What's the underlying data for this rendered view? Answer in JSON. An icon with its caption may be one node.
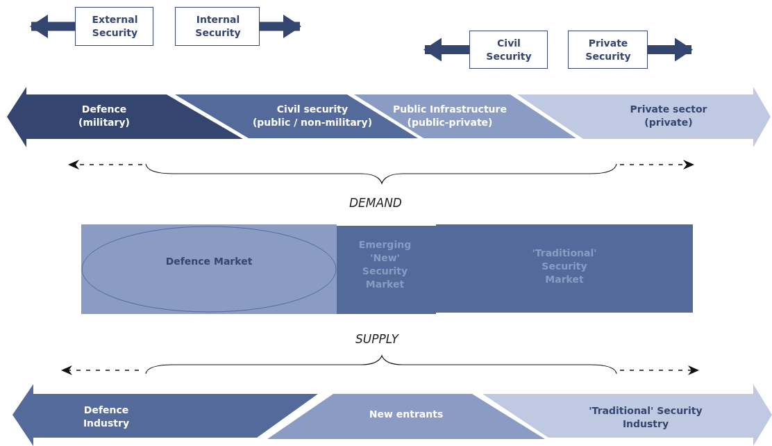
{
  "diagram": {
    "nodes": [
      {
        "text": [
          "External Security"
        ]
      },
      {
        "text": [
          "Internal Security"
        ]
      },
      {
        "text": [
          "Civil Security"
        ]
      },
      {
        "text": [
          "Private Security"
        ]
      },
      {
        "text": [
          "Defence",
          "(military)"
        ]
      },
      {
        "text": [
          "Civil security",
          "(public / non-military)"
        ]
      },
      {
        "text": [
          "Public Infrastructure",
          "(public-private)"
        ]
      },
      {
        "text": [
          "Private sector",
          "(private)"
        ]
      },
      {
        "text": [],
        "shape": "box"
      },
      {
        "text": [
          "Defence Market"
        ],
        "in": 8
      },
      {
        "text": [
          "Emerging 'New' Security Market"
        ]
      },
      {
        "text": [
          "'Traditional' Security Market"
        ]
      },
      {
        "text": [
          "Defence Industry"
        ]
      },
      {
        "text": [
          "New entrants"
        ]
      },
      {
        "text": [
          "'Traditional' Security Industry"
        ]
      }
    ],
    "edges": [
      {
        "from": 0,
        "to": null,
        "arrow": "to"
      },
      {
        "from": 1,
        "to": null,
        "arrow": "to"
      },
      {
        "from": 2,
        "to": null,
        "arrow": "to"
      },
      {
        "from": 3,
        "to": null,
        "arrow": "to"
      }
    ],
    "labels": [
      "DEMAND",
      "SUPPLY"
    ]
  }
}
